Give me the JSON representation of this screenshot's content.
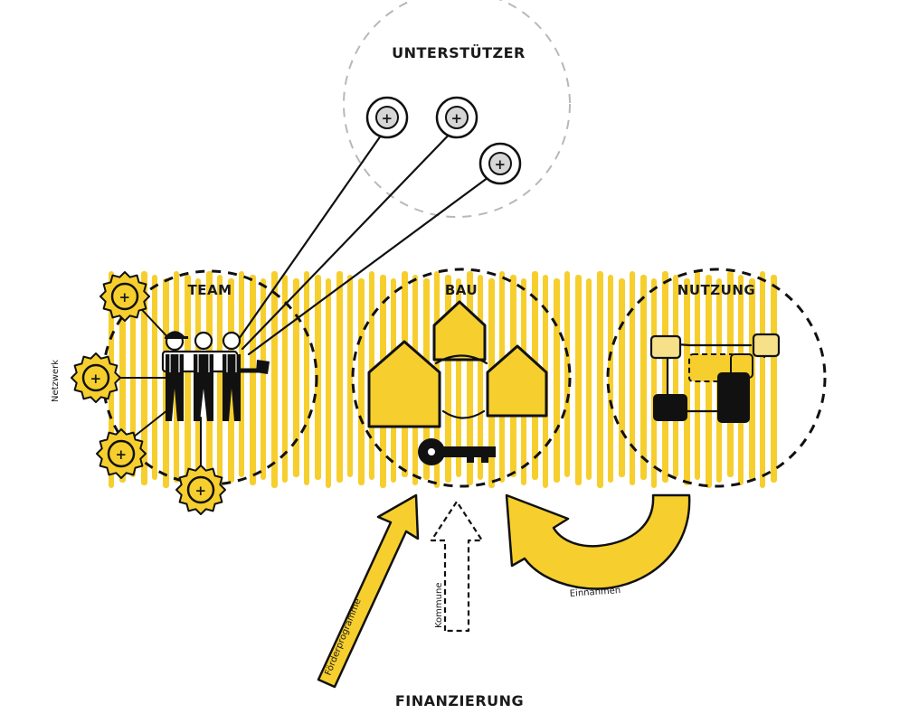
{
  "labels": {
    "supporters": "UNTERSTÜTZER",
    "team": "TEAM",
    "build": "BAU",
    "use": "NUTZUNG",
    "financing": "FINANZIERUNG",
    "network": "Netzwerk",
    "funding_programs": "Förderprogramme",
    "municipality": "Kommune",
    "income": "Einnahmen"
  },
  "symbols": {
    "supporter_mark": "+",
    "network_mark": "+"
  },
  "colors": {
    "accent_yellow": "#f6cf2e",
    "ink": "#111111",
    "supporter_grey": "#d6d6d6",
    "dash_grey": "#b8b8b8"
  },
  "icons": [
    "supporter-plus-icon",
    "network-gear-icon",
    "people-icon",
    "house-icon",
    "key-icon",
    "blocks-icon",
    "arrow-icon"
  ]
}
